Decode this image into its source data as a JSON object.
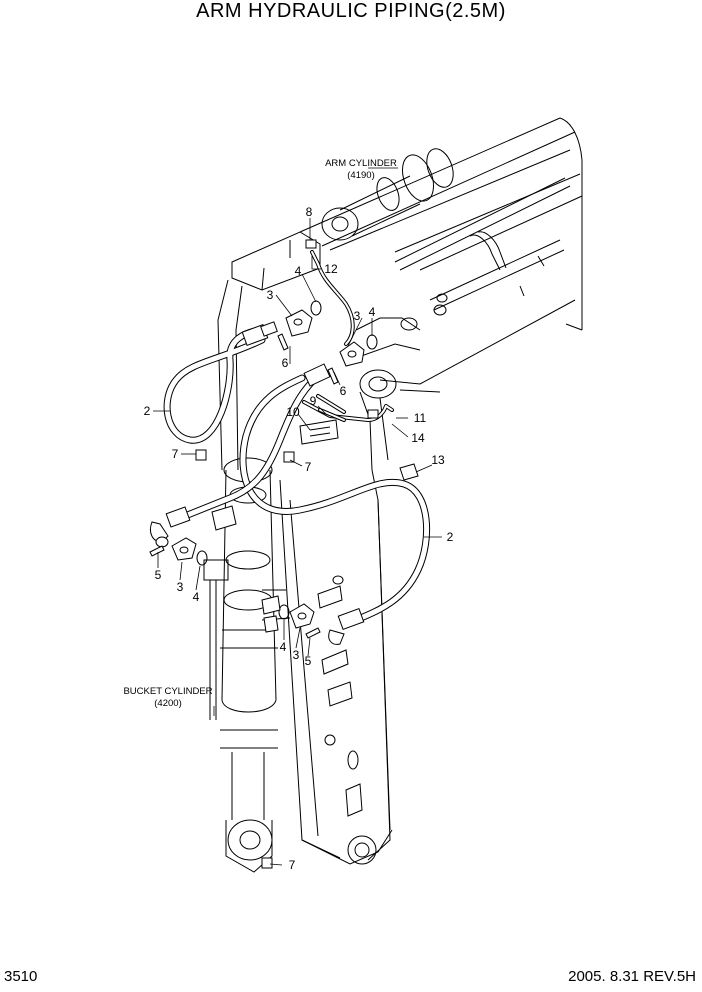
{
  "title": "ARM HYDRAULIC PIPING(2.5M)",
  "page_number": "3510",
  "revision": "2005. 8.31 REV.5H",
  "notes": {
    "arm_cylinder_name": "ARM CYLINDER",
    "arm_cylinder_code": "(4190)",
    "bucket_cylinder_name": "BUCKET CYLINDER",
    "bucket_cylinder_code": "(4200)"
  },
  "callouts": {
    "c1": "8",
    "c2": "4",
    "c3": "12",
    "c4": "3",
    "c5": "3",
    "c6": "4",
    "c7": "6",
    "c8": "6",
    "c9": "2",
    "c10": "9",
    "c11": "10",
    "c12": "11",
    "c13": "14",
    "c14": "7",
    "c15": "7",
    "c16": "13",
    "c17": "2",
    "c18": "5",
    "c19": "3",
    "c20": "4",
    "c21": "4",
    "c22": "3",
    "c23": "5",
    "c24": "7"
  }
}
